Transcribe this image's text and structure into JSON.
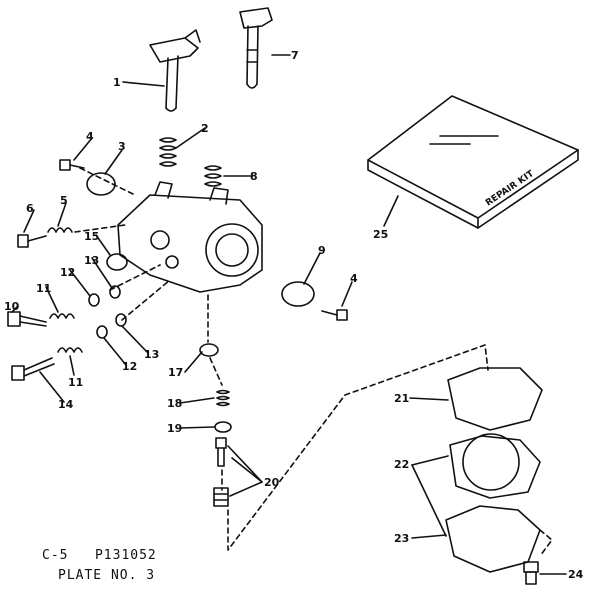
{
  "figure": {
    "plate_code": "C-5",
    "part_code": "P131052",
    "plate_label": "PLATE NO. 3",
    "repair_kit_label": "REPAIR KIT"
  },
  "callouts": [
    {
      "id": "1",
      "label": "1"
    },
    {
      "id": "2",
      "label": "2"
    },
    {
      "id": "3",
      "label": "3"
    },
    {
      "id": "4a",
      "label": "4"
    },
    {
      "id": "4b",
      "label": "4"
    },
    {
      "id": "5",
      "label": "5"
    },
    {
      "id": "6",
      "label": "6"
    },
    {
      "id": "7",
      "label": "7"
    },
    {
      "id": "8",
      "label": "8"
    },
    {
      "id": "9",
      "label": "9"
    },
    {
      "id": "10",
      "label": "10"
    },
    {
      "id": "11a",
      "label": "11"
    },
    {
      "id": "11b",
      "label": "11"
    },
    {
      "id": "12a",
      "label": "12"
    },
    {
      "id": "12b",
      "label": "12"
    },
    {
      "id": "13a",
      "label": "13"
    },
    {
      "id": "13b",
      "label": "13"
    },
    {
      "id": "14",
      "label": "14"
    },
    {
      "id": "15",
      "label": "15"
    },
    {
      "id": "17",
      "label": "17"
    },
    {
      "id": "18",
      "label": "18"
    },
    {
      "id": "19",
      "label": "19"
    },
    {
      "id": "20",
      "label": "20"
    },
    {
      "id": "21",
      "label": "21"
    },
    {
      "id": "22",
      "label": "22"
    },
    {
      "id": "23",
      "label": "23"
    },
    {
      "id": "24",
      "label": "24"
    },
    {
      "id": "25",
      "label": "25"
    }
  ]
}
